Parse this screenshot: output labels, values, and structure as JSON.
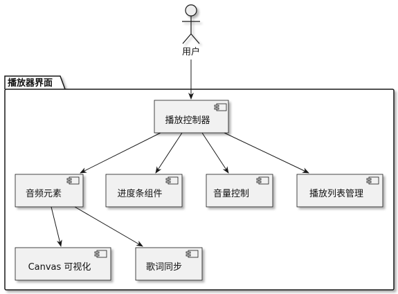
{
  "diagram": {
    "actor": {
      "label": "用户"
    },
    "package": {
      "label": "播放器界面"
    },
    "components": {
      "controller": "播放控制器",
      "audio": "音频元素",
      "progress": "进度条组件",
      "volume": "音量控制",
      "playlist": "播放列表管理",
      "canvas": "Canvas 可视化",
      "lyrics": "歌词同步"
    },
    "edges": [
      {
        "from": "用户",
        "to": "播放控制器"
      },
      {
        "from": "播放控制器",
        "to": "音频元素"
      },
      {
        "from": "播放控制器",
        "to": "进度条组件"
      },
      {
        "from": "播放控制器",
        "to": "音量控制"
      },
      {
        "from": "播放控制器",
        "to": "播放列表管理"
      },
      {
        "from": "音频元素",
        "to": "Canvas 可视化"
      },
      {
        "from": "音频元素",
        "to": "歌词同步"
      }
    ]
  }
}
